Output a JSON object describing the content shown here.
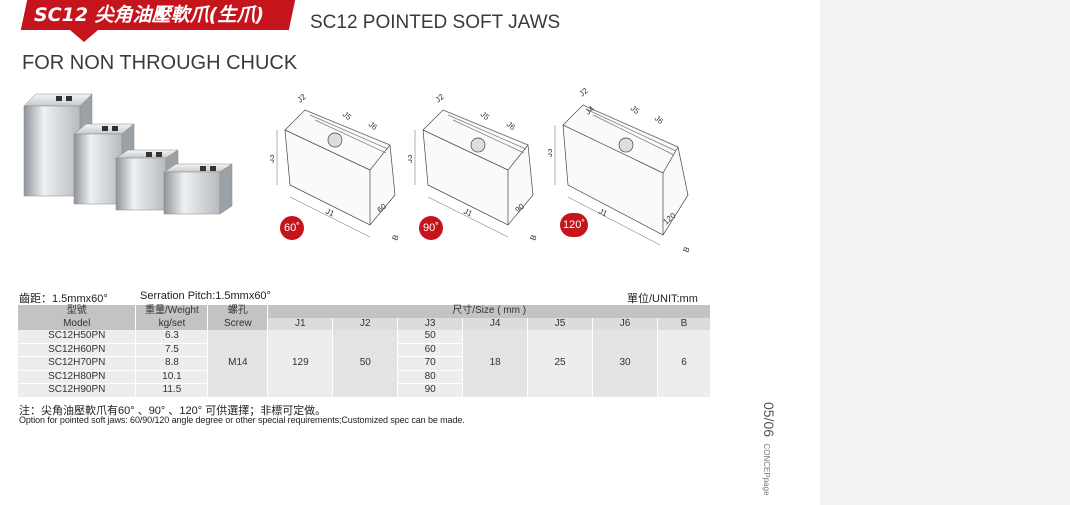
{
  "header": {
    "banner_cn": "SC12 尖角油壓軟爪(生爪)",
    "title_en": "SC12 POINTED SOFT JAWS",
    "subtitle": "FOR NON THROUGH CHUCK"
  },
  "diagrams": [
    {
      "angle": "60˚",
      "labels": [
        "J2",
        "J5",
        "J6",
        "J3",
        "J1",
        "60",
        "B"
      ]
    },
    {
      "angle": "90˚",
      "labels": [
        "J2",
        "J5",
        "J6",
        "J3",
        "J1",
        "90",
        "B"
      ]
    },
    {
      "angle": "120˚",
      "labels": [
        "J2",
        "J4",
        "J5",
        "J6",
        "J3",
        "J1",
        "120",
        "B"
      ]
    }
  ],
  "meta": {
    "pitch_cn": "齒距：1.5mmx60°",
    "pitch_en": "Serration Pitch:1.5mmx60°",
    "unit": "單位/UNIT:mm"
  },
  "table": {
    "h_model_cn": "型號",
    "h_model_en": "Model",
    "h_weight_cn": "重量/Weight",
    "h_weight_en": "kg/set",
    "h_screw_cn": "螺孔",
    "h_screw_en": "Screw",
    "h_size": "尺寸/Size ( mm )",
    "cols": [
      "J1",
      "J2",
      "J3",
      "J4",
      "J5",
      "J6",
      "B"
    ],
    "rows": [
      {
        "model": "SC12H50PN",
        "weight": "6.3",
        "j3": "50"
      },
      {
        "model": "SC12H60PN",
        "weight": "7.5",
        "j3": "60"
      },
      {
        "model": "SC12H70PN",
        "weight": "8.8",
        "j3": "70"
      },
      {
        "model": "SC12H80PN",
        "weight": "10.1",
        "j3": "80"
      },
      {
        "model": "SC12H90PN",
        "weight": "11.5",
        "j3": "90"
      }
    ],
    "screw": "M14",
    "j1": "129",
    "j2": "50",
    "j4": "18",
    "j5": "25",
    "j6": "30",
    "b": "6"
  },
  "notes": {
    "cn": "注：尖角油壓軟爪有60° 、90° 、120° 可供選擇；非標可定做。",
    "en": "Option for pointed soft jaws: 60/90/120 angle degree or other special requirements;Customized spec can be made."
  },
  "page": {
    "number": "05/06",
    "label": "CONCEPpage"
  }
}
